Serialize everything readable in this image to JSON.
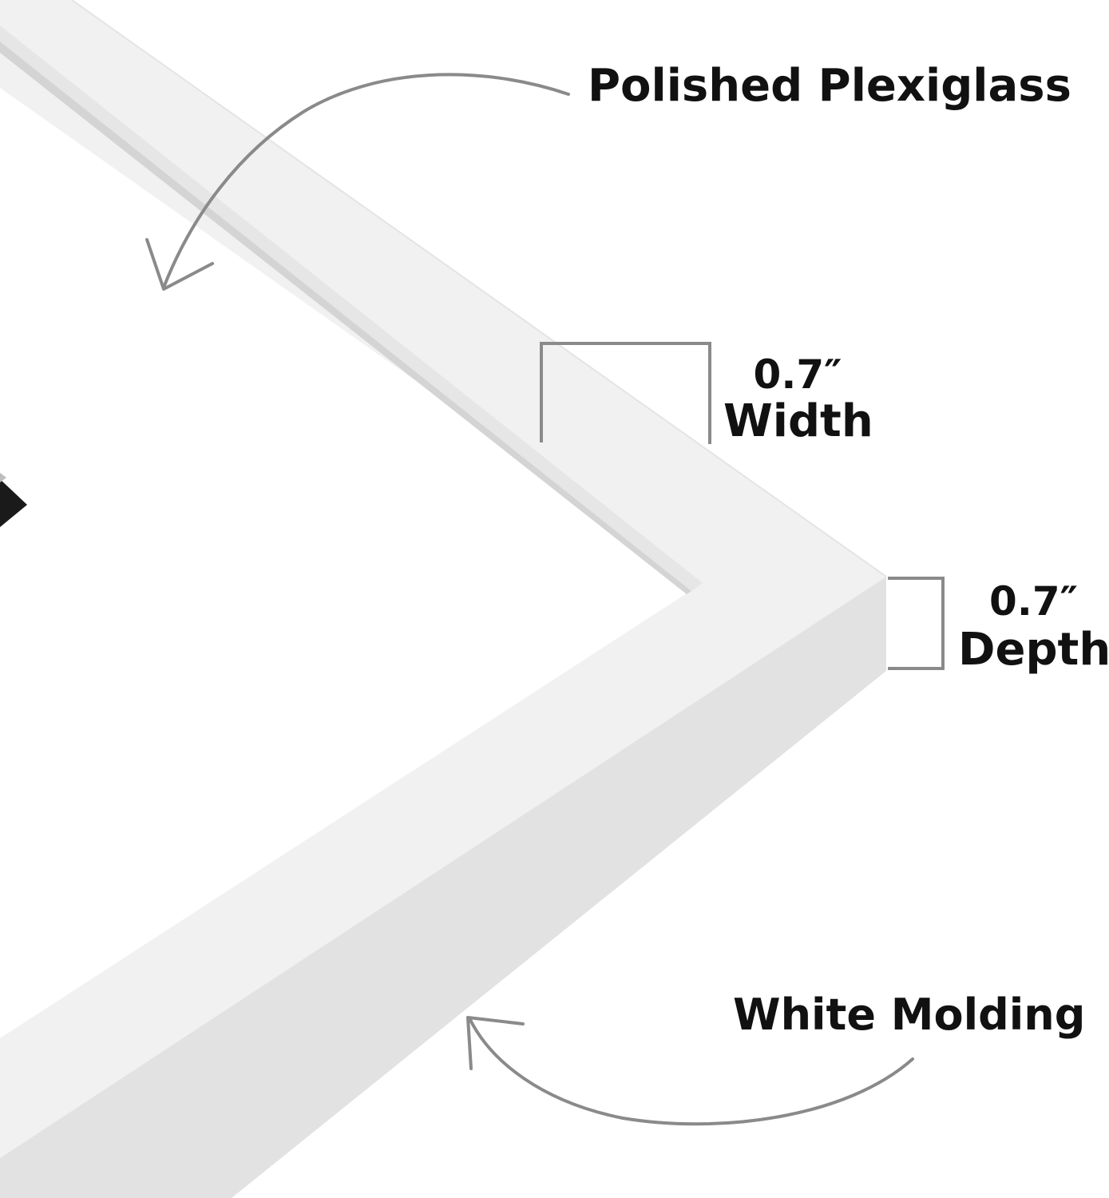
{
  "labels": {
    "glazing": "Polished Plexiglass",
    "molding": "White Molding"
  },
  "dimensions": {
    "width": {
      "value": "0.7″",
      "caption": "Width"
    },
    "depth": {
      "value": "0.7″",
      "caption": "Depth"
    }
  },
  "colors": {
    "background": "#ffffff",
    "frame_face": "#f1f1f1",
    "frame_side": "#e2e2e2",
    "frame_lip": "#e6e6e6",
    "callout_line": "#8a8a8a",
    "label_text": "#111111"
  },
  "icons": [
    "curved-arrow-icon",
    "dimension-bracket-icon"
  ]
}
